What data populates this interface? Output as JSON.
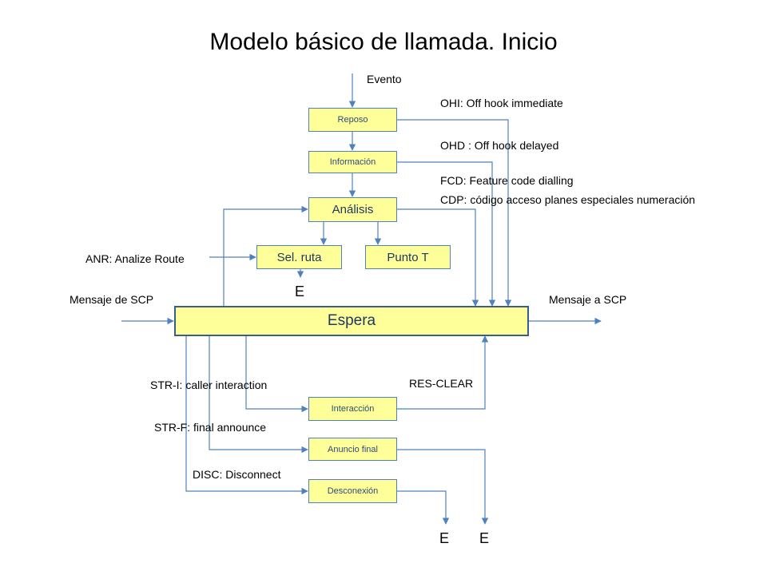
{
  "title": "Modelo básico de llamada. Inicio",
  "nodes": {
    "reposo": "Reposo",
    "informacion": "Información",
    "analisis": "Análisis",
    "sel_ruta": "Sel. ruta",
    "punto_t": "Punto T",
    "espera": "Espera",
    "interaccion": "Interacción",
    "anuncio_final": "Anuncio final",
    "desconexion": "Desconexión"
  },
  "labels": {
    "evento": "Evento",
    "ohi": "OHI: Off hook immediate",
    "ohd": "OHD : Off hook delayed",
    "fcd": "FCD: Feature code dialling",
    "cdp": "CDP: código acceso planes especiales numeración",
    "anr": "ANR: Analize Route",
    "mensaje_de_scp": "Mensaje de SCP",
    "mensaje_a_scp": "Mensaje a SCP",
    "str_i": "STR-I: caller interaction",
    "res_clear": "RES-CLEAR",
    "str_f": "STR-F: final announce",
    "disc": "DISC: Disconnect",
    "e_selruta": "E",
    "e_bottom_left": "E",
    "e_bottom_right": "E"
  },
  "colors": {
    "box_fill": "#ffff99",
    "box_border": "#4f81bd",
    "line": "#4f81bd"
  }
}
